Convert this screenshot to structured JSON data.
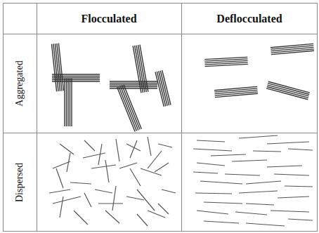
{
  "diagram": {
    "labels": [
      "Flocculated",
      "Deflocculated",
      "Aggregated",
      "Dispersed"
    ]
  }
}
